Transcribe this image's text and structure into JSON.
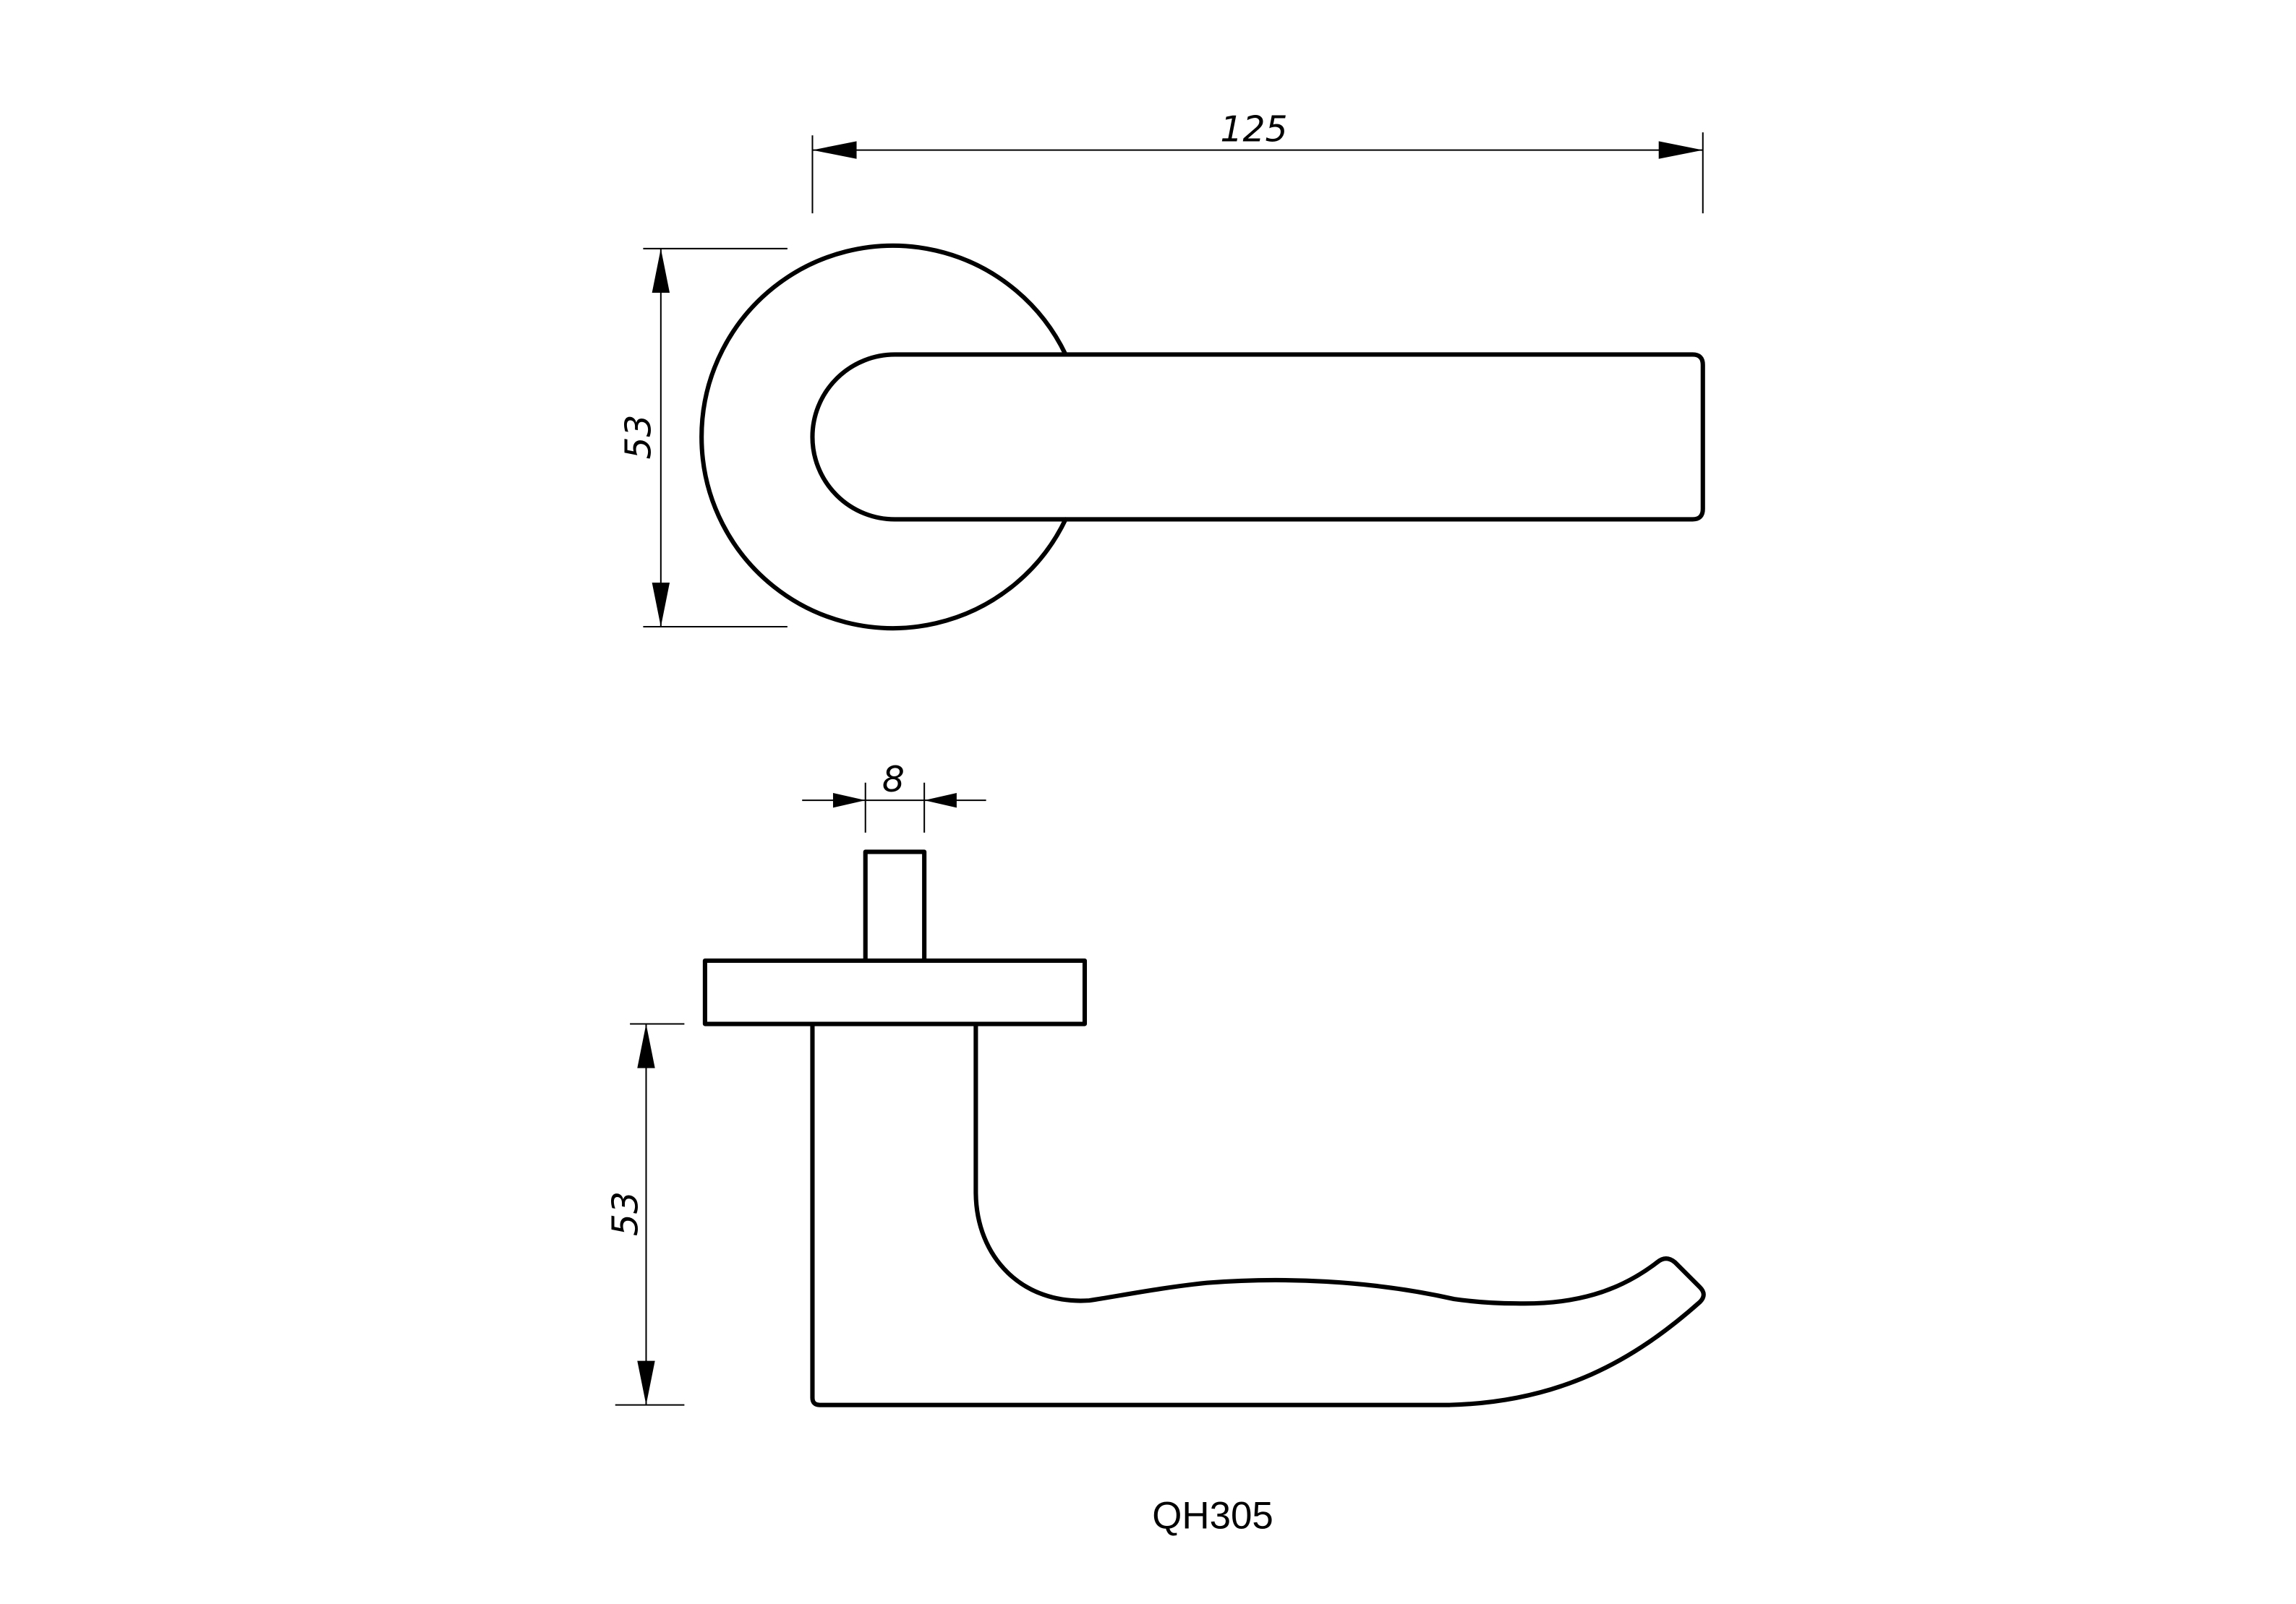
{
  "drawing": {
    "model_label": "QH305",
    "top_view": {
      "length_dimension": "125",
      "rosette_diameter_dimension": "53"
    },
    "side_view": {
      "spindle_width_dimension": "8",
      "projection_dimension": "53"
    },
    "line_color": "#000000",
    "background_color": "#ffffff"
  }
}
